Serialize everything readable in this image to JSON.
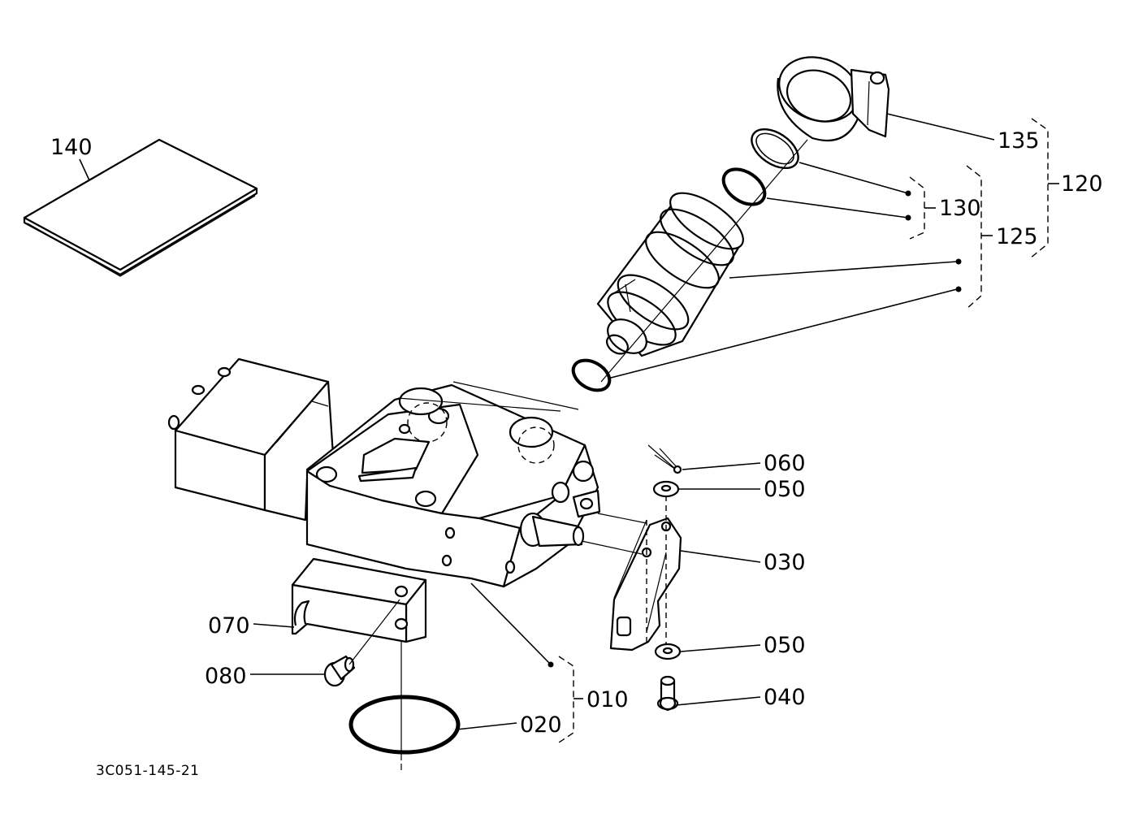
{
  "diagram": {
    "reference_code": "3C051-145-21",
    "callouts": {
      "p010": "010",
      "p020": "020",
      "p030": "030",
      "p040": "040",
      "p050a": "050",
      "p050b": "050",
      "p060": "060",
      "p070": "070",
      "p080": "080",
      "p120": "120",
      "p125": "125",
      "p130": "130",
      "p135": "135",
      "p140": "140"
    }
  }
}
